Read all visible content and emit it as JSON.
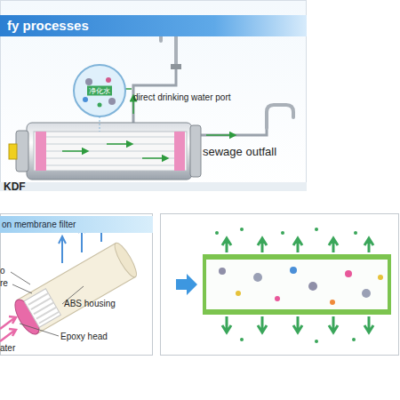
{
  "diagram": {
    "nodes": [
      {
        "text": [
          "fy processes"
        ]
      },
      {
        "text": [
          "净化水"
        ],
        "in": 0
      },
      {
        "text": [
          "on membrane filter"
        ]
      }
    ],
    "labels": [
      "direct drinking water port",
      "sewage outfall",
      "KDF",
      "ABS housing",
      "Epoxy head",
      "ater",
      "re",
      "o"
    ]
  }
}
